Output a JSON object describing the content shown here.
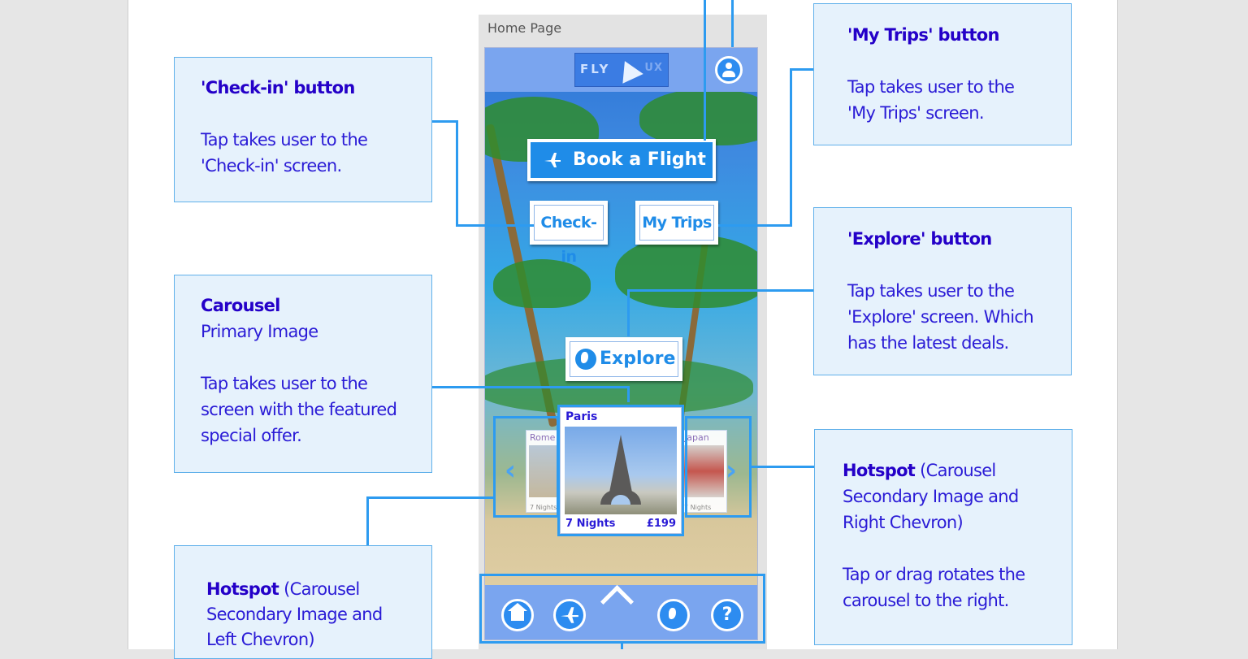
{
  "phone": {
    "screen_title": "Home Page",
    "logo_text": "FLY",
    "logo_suffix": "UX",
    "buttons": {
      "book": "Book a Flight",
      "checkin": "Check-in",
      "mytrips": "My Trips",
      "explore": "Explore"
    },
    "carousel": {
      "left": {
        "city": "Rome",
        "nights": "7 Nights"
      },
      "main": {
        "city": "Paris",
        "nights": "7 Nights",
        "price": "£199"
      },
      "right": {
        "city": "Japan",
        "nights": "7 Nights"
      },
      "left_chevron": "‹",
      "right_chevron": "›"
    },
    "nav_help": "?"
  },
  "callouts": {
    "checkin": {
      "title": "'Check-in' button",
      "line1": "Tap takes user to the",
      "line2": "'Check-in' screen."
    },
    "mytrips": {
      "title": "'My Trips' button",
      "line1": "Tap takes user to the",
      "line2": "'My Trips' screen."
    },
    "explore": {
      "title": "'Explore' button",
      "line1": "Tap takes user to the",
      "line2": "'Explore' screen. Which",
      "line3": "has the latest deals."
    },
    "carousel": {
      "title": "Carousel",
      "sub": "Primary Image",
      "line1": "Tap takes user to the",
      "line2": "screen with the featured",
      "line3": "special offer."
    },
    "hotspot_right": {
      "title": "Hotspot",
      "title_rest": " (Carousel",
      "line1": "Secondary Image and",
      "line2": "Right Chevron)",
      "line3": "Tap or drag rotates the",
      "line4": "carousel to the right."
    },
    "hotspot_left": {
      "title": "Hotspot",
      "title_rest": " (Carousel",
      "line1": "Secondary Image and",
      "line2": "Left Chevron)"
    }
  }
}
